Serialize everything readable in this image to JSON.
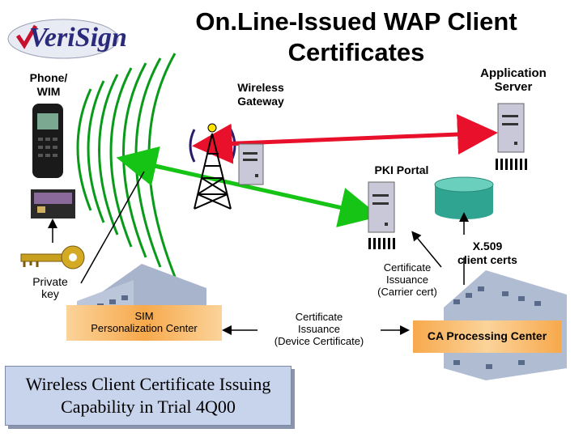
{
  "logo": {
    "brand": "VeriSign"
  },
  "title": "On.Line-Issued WAP Client Certificates",
  "labels": {
    "phone": [
      "Phone/",
      "WIM"
    ],
    "gateway": [
      "Wireless",
      "Gateway"
    ],
    "app_server": [
      "Application",
      "Server"
    ],
    "pki_portal": "PKI Portal",
    "x509": [
      "X.509",
      "client certs"
    ],
    "carrier_cert": [
      "Certificate",
      "Issuance",
      "(Carrier cert)"
    ],
    "private_key": [
      "Private",
      "key"
    ],
    "sim_center": [
      "SIM",
      "Personalization Center"
    ],
    "device_cert": [
      "Certificate",
      "Issuance",
      "(Device Certificate)"
    ],
    "ca_center": "CA Processing Center"
  },
  "callout": [
    "Wireless Client Certificate Issuing",
    "Capability in Trial 4Q00"
  ],
  "colors": {
    "arrow_red": "#e8102a",
    "arrow_green": "#16c416",
    "wave_green": "#0a9a1a",
    "box_orange": "#f7a94c",
    "callout_blue": "#c8d3ec",
    "db_teal": "#2fa591"
  }
}
